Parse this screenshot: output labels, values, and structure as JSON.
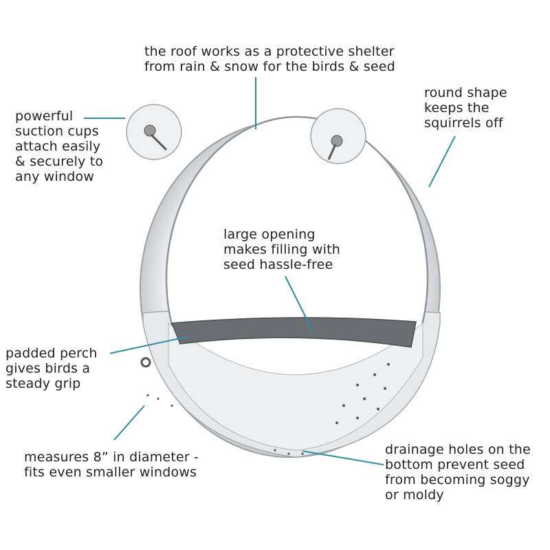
{
  "accent_color": "#2b8ca6",
  "callouts": {
    "roof": {
      "lines": [
        "the roof works as a protective shelter",
        "from rain & snow for the birds & seed"
      ]
    },
    "suction": {
      "lines": [
        "powerful",
        "suction cups",
        "attach easily",
        "& securely to",
        "any window"
      ]
    },
    "round": {
      "lines": [
        "round shape",
        "keeps the",
        "squirrels off"
      ]
    },
    "opening": {
      "lines": [
        "large opening",
        "makes filling with",
        "seed hassle-free"
      ]
    },
    "perch": {
      "lines": [
        "padded perch",
        "gives birds a",
        "steady grip"
      ]
    },
    "size": {
      "lines": [
        "measures 8” in diameter -",
        "fits even smaller windows"
      ]
    },
    "drainage": {
      "lines": [
        "drainage holes on the",
        "bottom prevent seed",
        "from becoming soggy",
        "or moldy"
      ]
    }
  }
}
